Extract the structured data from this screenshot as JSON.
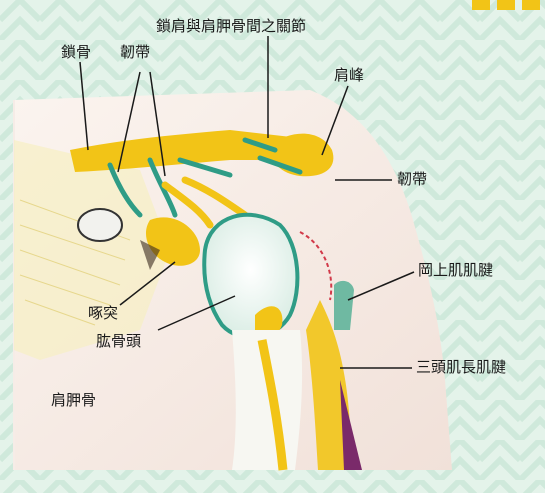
{
  "labels": {
    "clavicle": "鎖骨",
    "ligament_left": "韌帶",
    "ac_joint": "鎖肩與肩胛骨間之關節",
    "acromion": "肩峰",
    "ligament_right": "韌帶",
    "supraspinatus_tendon": "岡上肌肌腱",
    "coracoid": "啄突",
    "humeral_head": "肱骨頭",
    "scapula": "肩胛骨",
    "triceps_long_tendon": "三頭肌長肌腱"
  },
  "colors": {
    "background": "#e4f3ea",
    "pattern": "#cfe9db",
    "skin": "#f6ece7",
    "bone": "#fbfbf8",
    "tendon_yellow": "#f2c417",
    "tendon_green": "#2f9c86",
    "muscle_purple": "#7a2a6a",
    "leader_line": "#1a1a1a"
  }
}
